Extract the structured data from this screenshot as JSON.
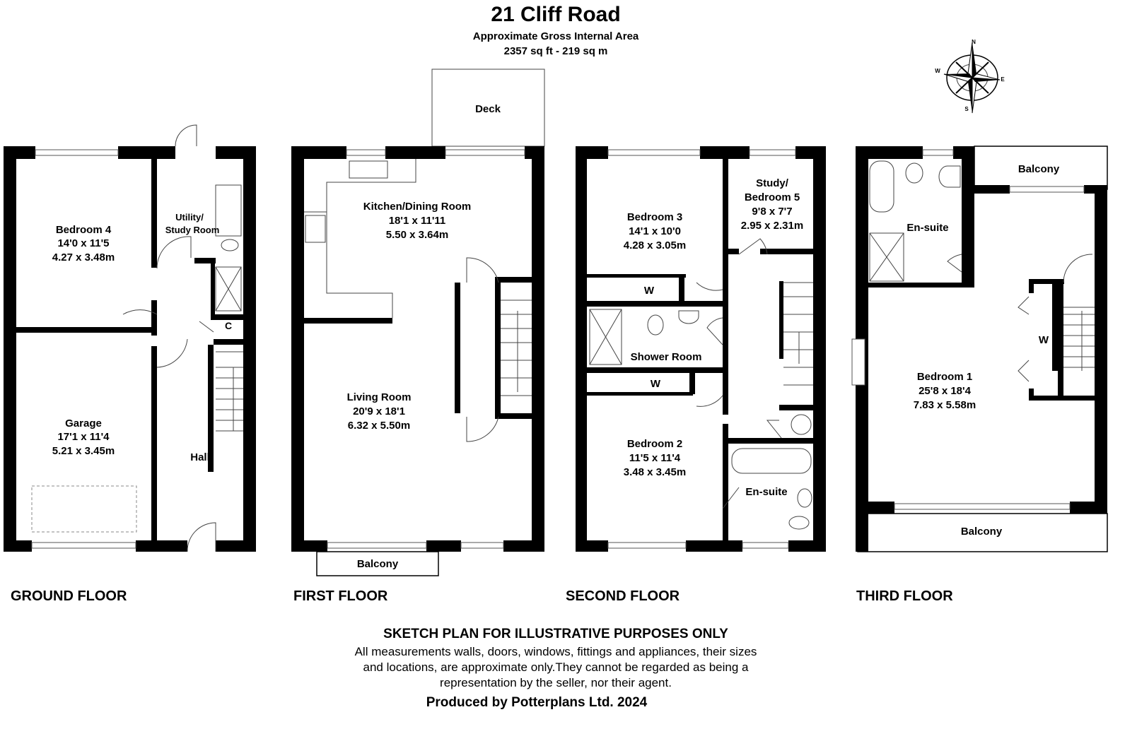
{
  "header": {
    "title": "21 Cliff Road",
    "subtitle": "Approximate Gross Internal Area",
    "area": "2357 sq ft - 219 sq m"
  },
  "compass": {
    "n": "N",
    "e": "E",
    "s": "S",
    "w": "W",
    "icon": "compass-rose-icon"
  },
  "floors": {
    "ground": {
      "label": "GROUND FLOOR",
      "rooms": [
        {
          "name": "Bedroom 4",
          "imperial": "14'0 x 11'5",
          "metric": "4.27 x 3.48m"
        },
        {
          "name": "Garage",
          "imperial": "17'1 x 11'4",
          "metric": "5.21 x 3.45m"
        }
      ],
      "utility_1": "Utility/",
      "utility_2": "Study Room",
      "cupboard": "C",
      "hall": "Hall"
    },
    "first": {
      "label": "FIRST FLOOR",
      "deck": "Deck",
      "balcony": "Balcony",
      "rooms": [
        {
          "name": "Kitchen/Dining Room",
          "imperial": "18'1 x 11'11",
          "metric": "5.50 x 3.64m"
        },
        {
          "name": "Living Room",
          "imperial": "20'9 x 18'1",
          "metric": "6.32 x 5.50m"
        }
      ]
    },
    "second": {
      "label": "SECOND FLOOR",
      "rooms": [
        {
          "name": "Bedroom 3",
          "imperial": "14'1 x 10'0",
          "metric": "4.28 x 3.05m"
        },
        {
          "name_1": "Study/",
          "name_2": "Bedroom 5",
          "imperial": "9'8 x 7'7",
          "metric": "2.95 x 2.31m"
        },
        {
          "name": "Bedroom 2",
          "imperial": "11'5 x 11'4",
          "metric": "3.48 x 3.45m"
        }
      ],
      "wardrobe": "W",
      "shower_room": "Shower Room",
      "ensuite": "En-suite"
    },
    "third": {
      "label": "THIRD FLOOR",
      "rooms": [
        {
          "name": "Bedroom 1",
          "imperial": "25'8 x 18'4",
          "metric": "7.83 x 5.58m"
        }
      ],
      "balcony_top": "Balcony",
      "balcony_bottom": "Balcony",
      "ensuite": "En-suite",
      "wardrobe": "W"
    }
  },
  "footer": {
    "disclaimer_title": "SKETCH PLAN FOR ILLUSTRATIVE PURPOSES ONLY",
    "line1": "All measurements walls, doors, windows, fittings and appliances, their sizes",
    "line2": "and locations, are approximate only.They cannot be regarded as being a",
    "line3": "representation by the seller, nor their agent.",
    "credit": "Produced by Potterplans Ltd. 2024"
  }
}
